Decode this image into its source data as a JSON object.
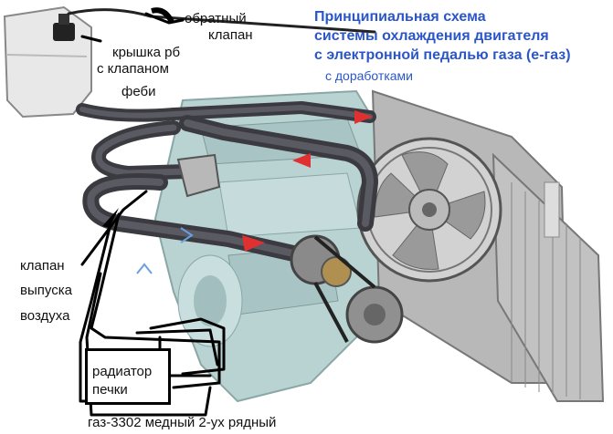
{
  "title": {
    "line1": "Принципиальная схема",
    "line2": "системы охлаждения двигателя",
    "line3": "с электронной педалью газа (е-газ)"
  },
  "subtitle": "с доработками",
  "labels": {
    "check_valve_1": "обратный",
    "check_valve_2": "клапан",
    "cap_1": "крышка рб",
    "cap_2": "с клапаном",
    "cap_3": "феби",
    "air_1": "клапан",
    "air_2": "выпуска",
    "air_3": "воздуха",
    "heater_1": "радиатор",
    "heater_2": "печки",
    "bottom": "газ-3302 медный 2-ух рядный"
  },
  "colors": {
    "title": "#2b56c7",
    "hose": "#3a3a40",
    "engine": "#b9d2d2",
    "flow_arrow": "#e03030",
    "drawn_line": "#000000"
  }
}
